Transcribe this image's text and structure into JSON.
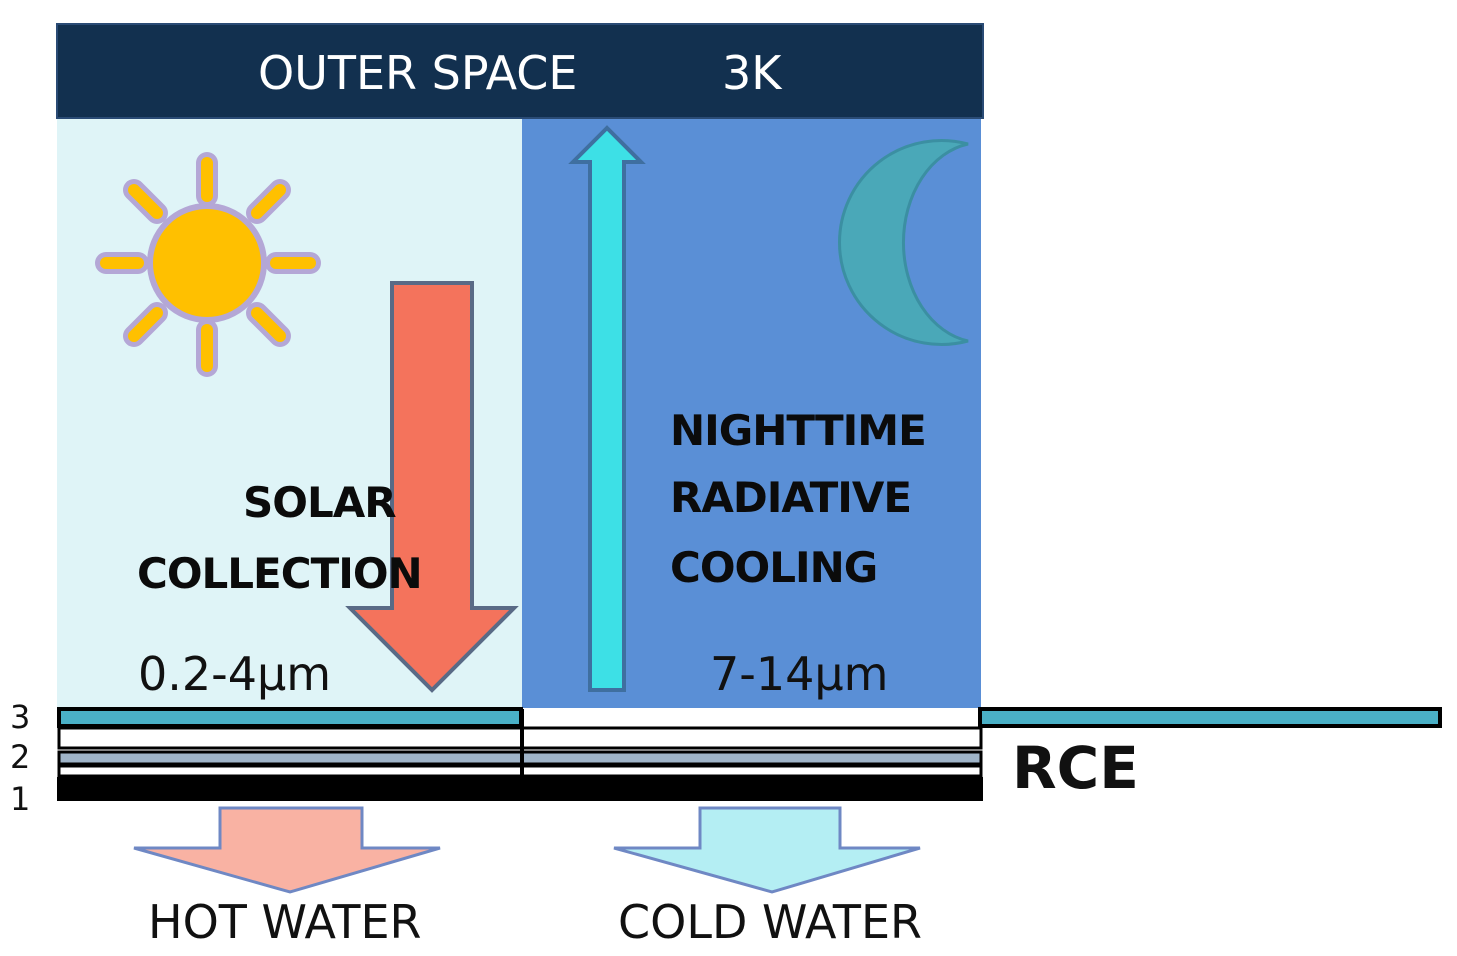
{
  "header": {
    "title": "OUTER SPACE",
    "temperature": "3K"
  },
  "day": {
    "label_line1": "SOLAR",
    "label_line2": "COLLECTION",
    "wavelength": "0.2-4µm",
    "icon": "sun-icon"
  },
  "night": {
    "label_line1": "NIGHTTIME",
    "label_line2": "RADIATIVE",
    "label_line3": "COOLING",
    "wavelength": "7-14µm",
    "icon": "moon-icon"
  },
  "device": {
    "name": "RCE",
    "layers": [
      "3",
      "2",
      "1"
    ]
  },
  "outputs": {
    "hot": "HOT WATER",
    "cold": "COLD WATER"
  },
  "colors": {
    "header_bg": "#12304f",
    "day_bg": "#dff4f7",
    "night_bg": "#5a8fd6",
    "sun": "#ffc000",
    "sun_glow": "#b4a7d6",
    "moon": "#4aa8b8",
    "solar_arrow": "#f4735c",
    "cooling_arrow": "#3de0e6",
    "layer3": "#4ab0c6",
    "layer2": "#9fb4c8",
    "absorber": "#000000",
    "hot_water_arrow": "#f9b2a3",
    "cold_water_arrow": "#b4eef3"
  }
}
